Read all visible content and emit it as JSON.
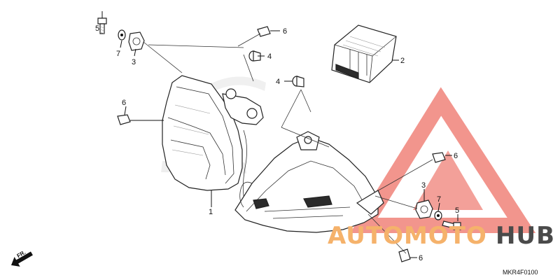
{
  "diagram": {
    "part_code": "MKR4F0100",
    "direction_label": "FR.",
    "watermark": {
      "word_primary": "AUTOMOTO",
      "word_secondary": "HUB",
      "color_primary": "#f5b26b",
      "color_secondary": "#4a4a4a",
      "triangle_color": "#f0837a"
    },
    "brand_watermark_color": "#d8d8d8",
    "callouts": {
      "c5_top": "5",
      "c7_top": "7",
      "c3_top": "3",
      "c6_top": "6",
      "c4_top": "4",
      "c2": "2",
      "c4_mid": "4",
      "c6_left": "6",
      "c1": "1",
      "c6_right": "6",
      "c3_right": "3",
      "c7_right": "7",
      "c5_right": "5",
      "c6_bottom": "6"
    }
  }
}
